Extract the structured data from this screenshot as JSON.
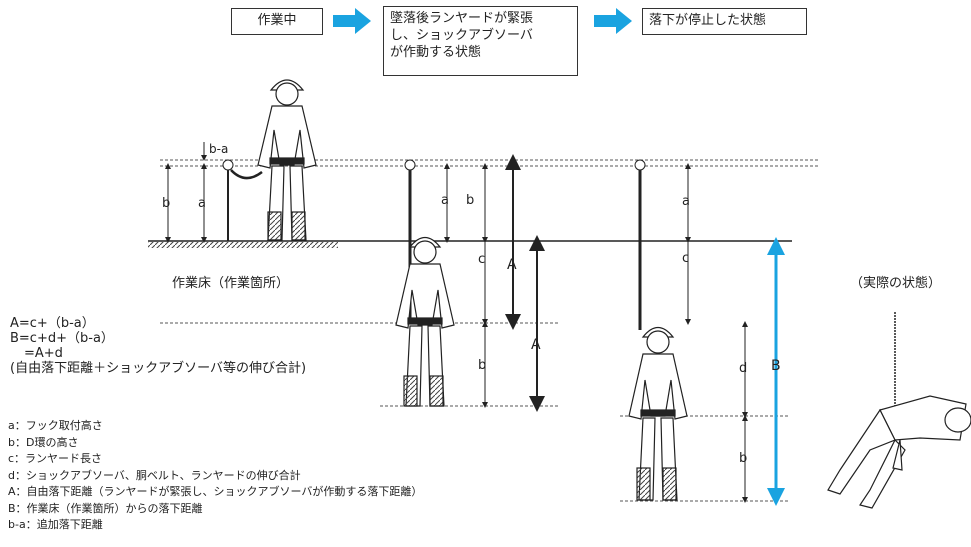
{
  "stages": {
    "stage1": "作業中",
    "stage2_lines": [
      "墜落後ランヤードが緊張",
      "し、ショックアブソーバ",
      "が作動する状態"
    ],
    "stage3": "落下が停止した状態"
  },
  "labels": {
    "work_floor": "作業床（作業箇所）",
    "actual_state": "（実際の状態）"
  },
  "dimensions": {
    "b_minus_a": "b-a",
    "a": "a",
    "b": "b",
    "c": "c",
    "d": "d",
    "A": "A",
    "B": "B"
  },
  "formulas": {
    "line1": "A=c+（b-a）",
    "line2": "B=c+d+（b-a）",
    "line3": "=A+d",
    "line4": "(自由落下距離＋ショックアブソーバ等の伸び合計)"
  },
  "legend": [
    "a：フック取付高さ",
    "b：D環の高さ",
    "c：ランヤード長さ",
    "d：ショックアブソーバ、胴ベルト、ランヤードの伸び合計",
    "A：自由落下距離（ランヤードが緊張し、ショックアブソーバが作動する落下距離）",
    "B：作業床（作業箇所）からの落下距離",
    "b-a：追加落下距離"
  ],
  "colors": {
    "arrow": "#1aa3e0",
    "line": "#222222"
  }
}
